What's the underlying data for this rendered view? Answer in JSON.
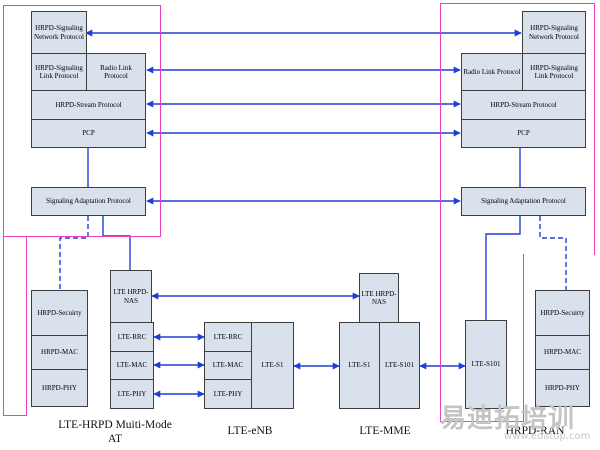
{
  "colors": {
    "box_fill": "#d9e1ec",
    "box_border": "#3e3e3e",
    "link": "#1f3ed6",
    "group_outline": "#e83fc7"
  },
  "hrpd_at": {
    "signaling_network_protocol": "HRPD-Signaling Network Protocol",
    "signaling_link_protocol": "HRPD-Signaling Link Protocol",
    "radio_link_protocol": "Radio Link Protocol",
    "stream_protocol": "HRPD-Stream Protocol",
    "pcp": "PCP",
    "signaling_adaptation_protocol": "Signaling Adaptation Protocol",
    "security": "HRPD-Secuirty",
    "mac": "HRPD-MAC",
    "phy": "HRPD-PHY"
  },
  "hrpd_ran": {
    "signaling_network_protocol": "HRPD-Signaling Network Protocol",
    "radio_link_protocol": "Radio Link Protocol",
    "signaling_link_protocol": "HRPD-Signaling Link Protocol",
    "stream_protocol": "HRPD-Stream Protocol",
    "pcp": "PCP",
    "signaling_adaptation_protocol": "Signaling Adaptation Protocol",
    "security": "HRPD-Secuirty",
    "mac": "HRPD-MAC",
    "phy": "HRPD-PHY"
  },
  "lte_at": {
    "hrpd_nas": "LTE HRPD-NAS",
    "rrc": "LTE-RRC",
    "mac": "LTE-MAC",
    "phy": "LTE-PHY"
  },
  "enb": {
    "rrc": "LTE-RRC",
    "mac": "LTE-MAC",
    "phy": "LTE-PHY",
    "s1": "LTE-S1"
  },
  "mme": {
    "hrpd_nas": "LTE HRPD-NAS",
    "s1": "LTE-S1",
    "s101": "LTE-S101"
  },
  "ran_s101": "LTE-S101",
  "labels": {
    "at": "LTE-HRPD Muiti-Mode AT",
    "enb": "LTE-eNB",
    "mme": "LTE-MME",
    "ran": "HRPD-RAN"
  },
  "watermark": {
    "text": "易迪拓培训",
    "url": "www.edatop.com"
  }
}
